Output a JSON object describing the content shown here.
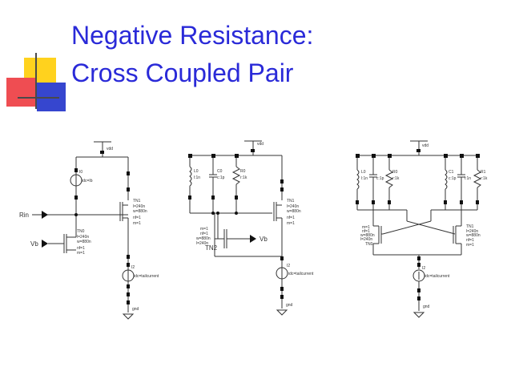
{
  "slide": {
    "title_line1": "Negative Resistance:",
    "title_line2": "Cross Coupled Pair"
  },
  "colors": {
    "title": "#2a2ad8",
    "yellow": "#ffd21e",
    "red": "#ef4d52",
    "blue": "#3646cf"
  },
  "circuit1": {
    "vdd": "vdd",
    "src_name": "I0",
    "src_val": "idc=Ib",
    "nmos_name": "TN1",
    "nmos_l": "l=240n",
    "nmos_w": "w=880n",
    "nmos_nf": "nf=1",
    "nmos_m": "m=1",
    "rin_pin": "Rin",
    "vb_pin": "Vb",
    "nmos2_name": "TN0",
    "nmos2_l": "l=240n",
    "nmos2_w": "w=880n",
    "nmos2_nf": "nf=1",
    "nmos2_m": "m=1",
    "isrc_name": "I2",
    "isrc_val": "idc=tailcurrent",
    "gnd": "gnd"
  },
  "circuit2": {
    "vdd": "vdd",
    "l_name": "L0",
    "l_val": "l:1n",
    "c_name": "C0",
    "c_val": "c:1p",
    "r_name": "R0",
    "r_val": "r:1k",
    "nmos_name": "TN1",
    "nmos_l": "l=240n",
    "nmos_w": "w=880n",
    "nmos_nf": "nf=1",
    "nmos_m": "m=1",
    "nmos2_name": "TN2",
    "nmos2_m": "m=1",
    "nmos2_nf": "nf=1",
    "nmos2_w": "w=880n",
    "nmos2_l": "l=240n",
    "vb_pin": "Vb",
    "isrc_name": "I2",
    "isrc_val": "idc=tailcurrent",
    "gnd": "gnd"
  },
  "circuit3": {
    "vdd": "vdd",
    "l0": "L0",
    "l0v": "l:1n",
    "r0": "R0",
    "r0v": "r:1k",
    "c0v": "c:1p",
    "c1": "C1",
    "c1v": "c:1p",
    "l1v": "l:1n",
    "r1": "R1",
    "r1v": "r:1k",
    "m_left_name": "TN0",
    "m_left_w": "w=880n",
    "m_left_l": "l=240n",
    "m_left_nf": "nf=1",
    "m_left_m": "m=1",
    "m_right_name": "TN1",
    "m_right_l": "l=240n",
    "m_right_w": "w=880n",
    "m_right_nf": "nf=1",
    "m_right_m": "m=1",
    "isrc_name": "I2",
    "isrc_val": "idc=tailcurrent",
    "gnd": "gnd"
  }
}
